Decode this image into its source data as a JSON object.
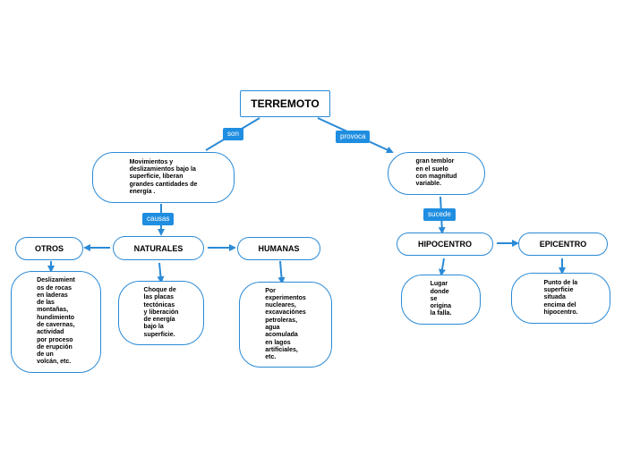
{
  "colors": {
    "line": "#2a8ad6",
    "tag_bg": "#1f8ee0"
  },
  "root": "TERREMOTO",
  "connectors": {
    "son": "son",
    "provoca": "provoca",
    "causas": "causas",
    "sucede": "sucede"
  },
  "nodes": {
    "definition": "Movimientos y\ndeslizamientos bajo la\nsuperficie, liberan\ngrandes cantidades de\nenergía .",
    "effect": "gran temblor\nen el suelo\ncon magnitud\nvariable.",
    "otros": "OTROS",
    "naturales": "NATURALES",
    "humanas": "HUMANAS",
    "hipocentro": "HIPOCENTRO",
    "epicentro": "EPICENTRO",
    "otros_desc": "Deslizamient\nos de rocas\nen laderas\nde las\nmontañas,\nhundimiento\nde cavernas,\nactividad\npor proceso\nde erupción\nde un\nvolcán, etc.",
    "naturales_desc": "Choque de\nlas placas\ntectónicas\ny liberación\nde energía\nbajo la\nsuperficie.",
    "humanas_desc": "Por\nexperimentos\nnucleares,\nexcavaciónes\npetroleras,\nagua\nacomulada\nen lagos\nartificiales,\netc.",
    "hipocentro_desc": "Lugar\ndonde\nse\norigina\nla falla.",
    "epicentro_desc": "Punto de la\nsuperficie\nsituada\nencima del\nhipocentro."
  }
}
